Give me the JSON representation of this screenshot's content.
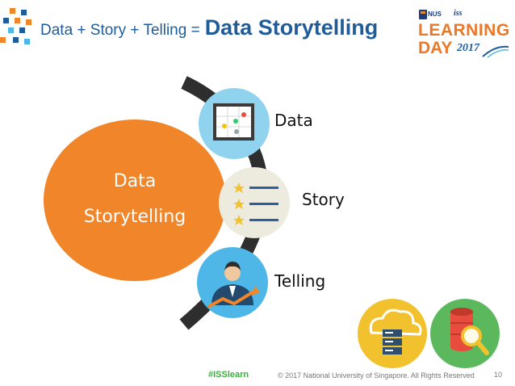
{
  "title": {
    "prefix": "Data + Story + Telling =",
    "main": "Data Storytelling"
  },
  "logo": {
    "nus": "NUS",
    "iss": "iss",
    "line1": "LEARNING",
    "line2": "DAY",
    "year": "2017"
  },
  "diagram": {
    "center_line1": "Data",
    "center_line2": "Storytelling",
    "items": [
      {
        "label": "Data",
        "icon": "chart-board-icon"
      },
      {
        "label": "Story",
        "icon": "star-list-icon"
      },
      {
        "label": "Telling",
        "icon": "presenter-icon"
      }
    ]
  },
  "footer": {
    "hashtag": "#ISSlearn",
    "copyright": "© 2017 National University of Singapore. All Rights Reserved",
    "page": "10"
  },
  "colors": {
    "title": "#1f5c99",
    "orange": "#f0852a",
    "light_blue": "#8fd3ee",
    "cream": "#ecebdd",
    "sky": "#4fb7e8",
    "arc": "#2e2e2e",
    "green": "#5cb85c",
    "yellow": "#f2c12e"
  }
}
